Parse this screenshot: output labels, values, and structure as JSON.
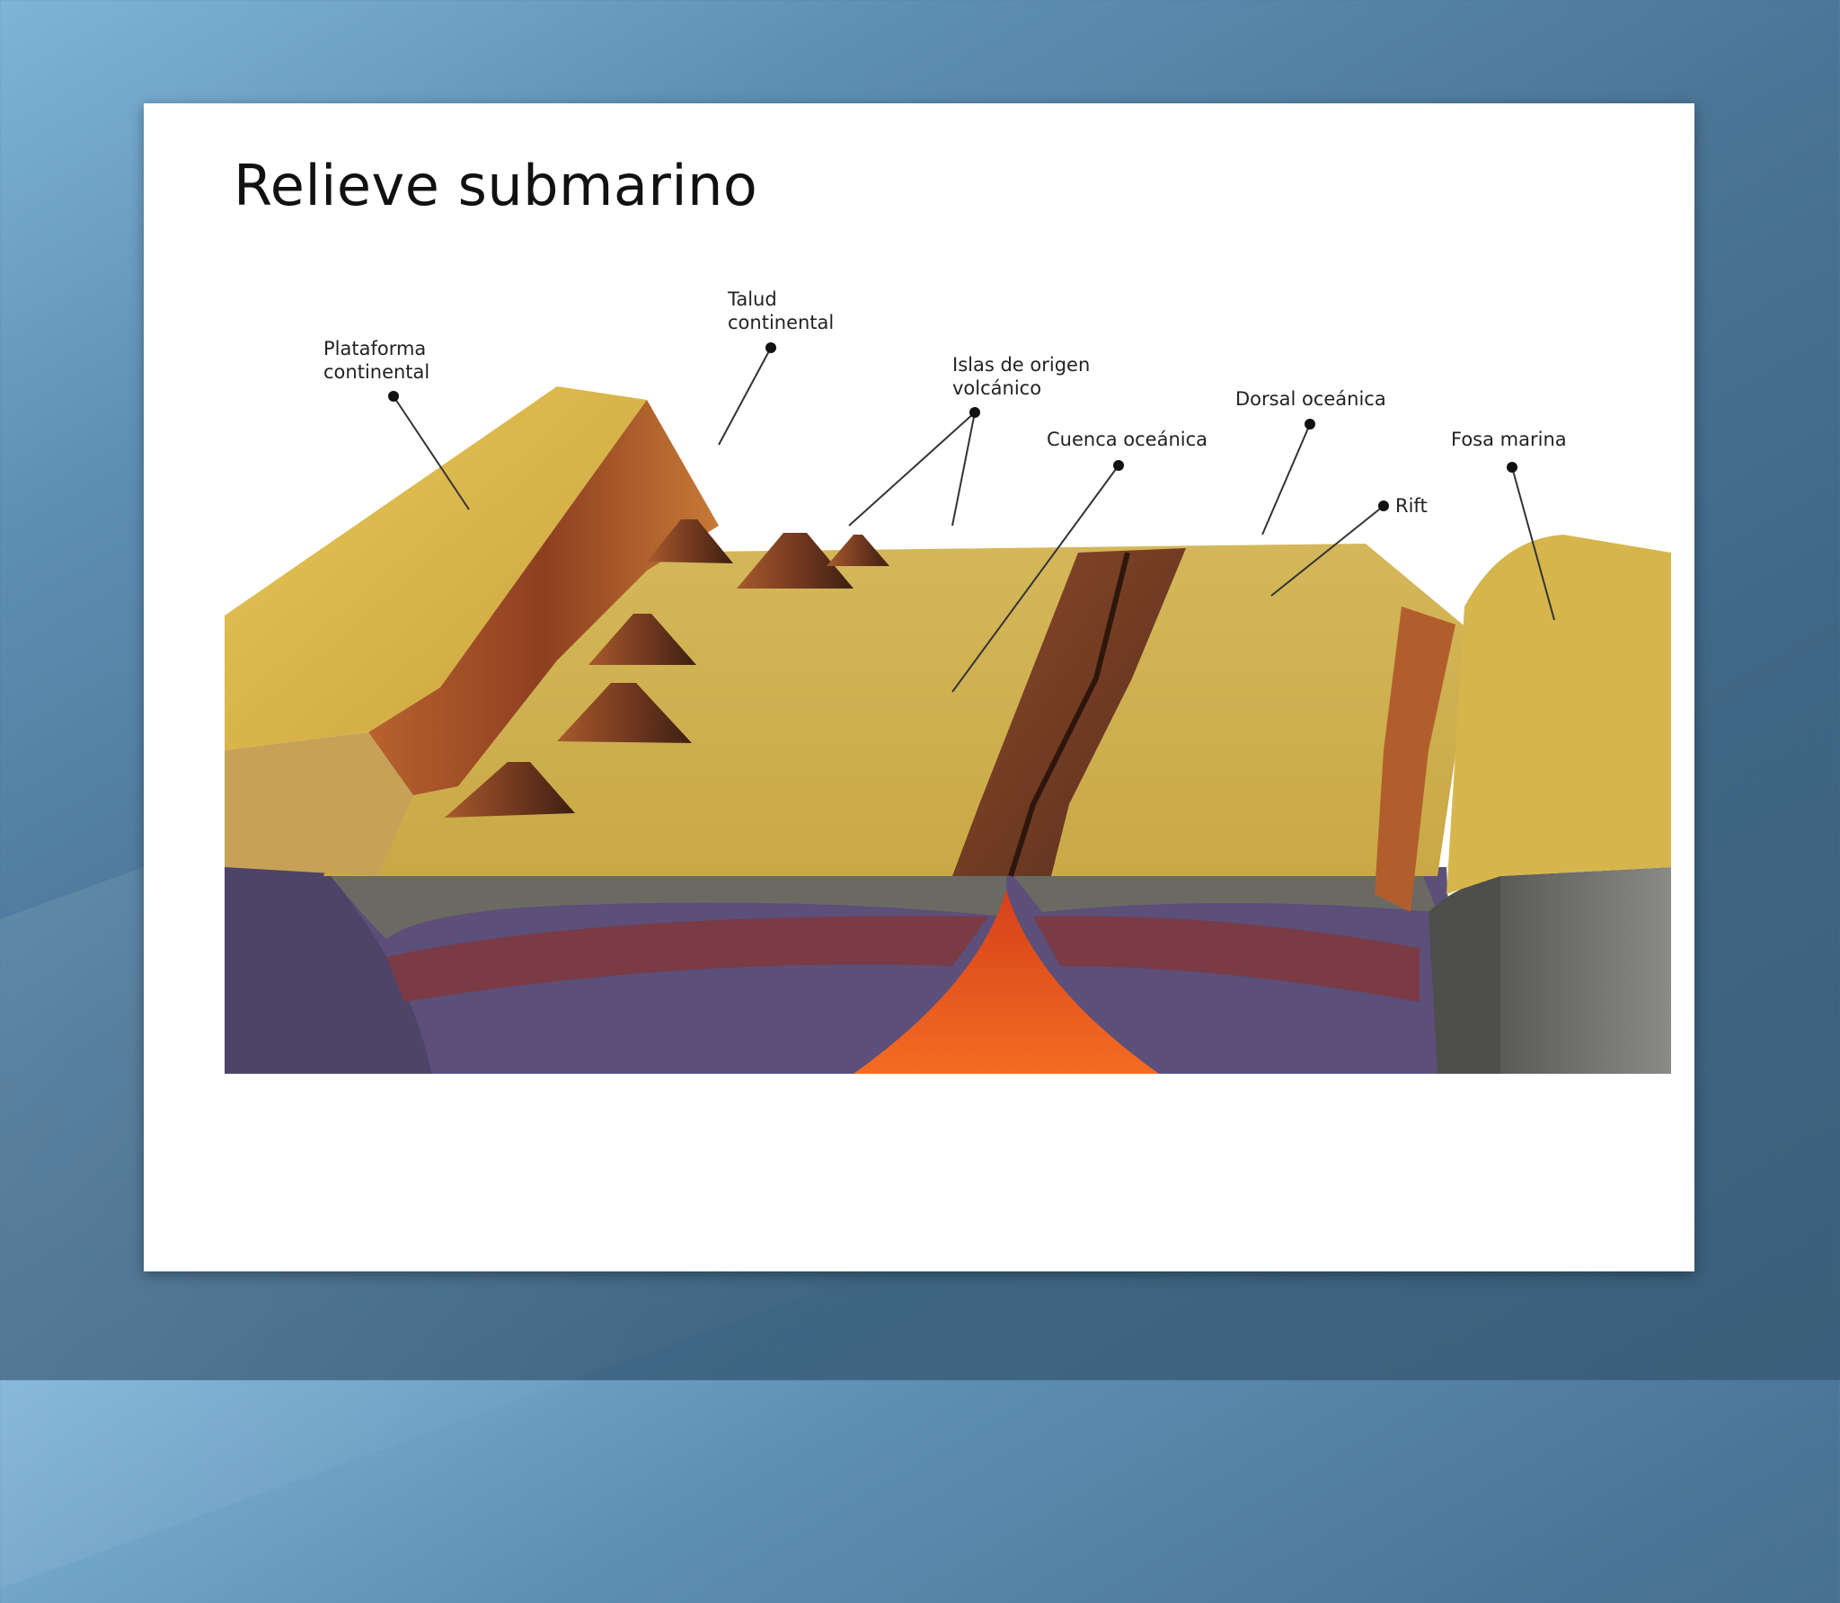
{
  "slide": {
    "title": "Relieve submarino"
  },
  "diagram": {
    "labels": {
      "plataforma_line1": "Plataforma",
      "plataforma_line2": "continental",
      "talud_line1": "Talud",
      "talud_line2": "continental",
      "islas_line1": "Islas de origen",
      "islas_line2": "volcánico",
      "cuenca": "Cuenca oceánica",
      "dorsal": "Dorsal oceánica",
      "rift": "Rift",
      "fosa": "Fosa marina"
    },
    "colors": {
      "sediment_yellow": "#d9b84a",
      "slope_brown": "#a8552a",
      "crust_grey": "#6a6a62",
      "mantle_purple": "#5c4f7a",
      "lithosphere_maroon": "#7a3b45",
      "magma_orange": "#ee5a1e"
    }
  }
}
